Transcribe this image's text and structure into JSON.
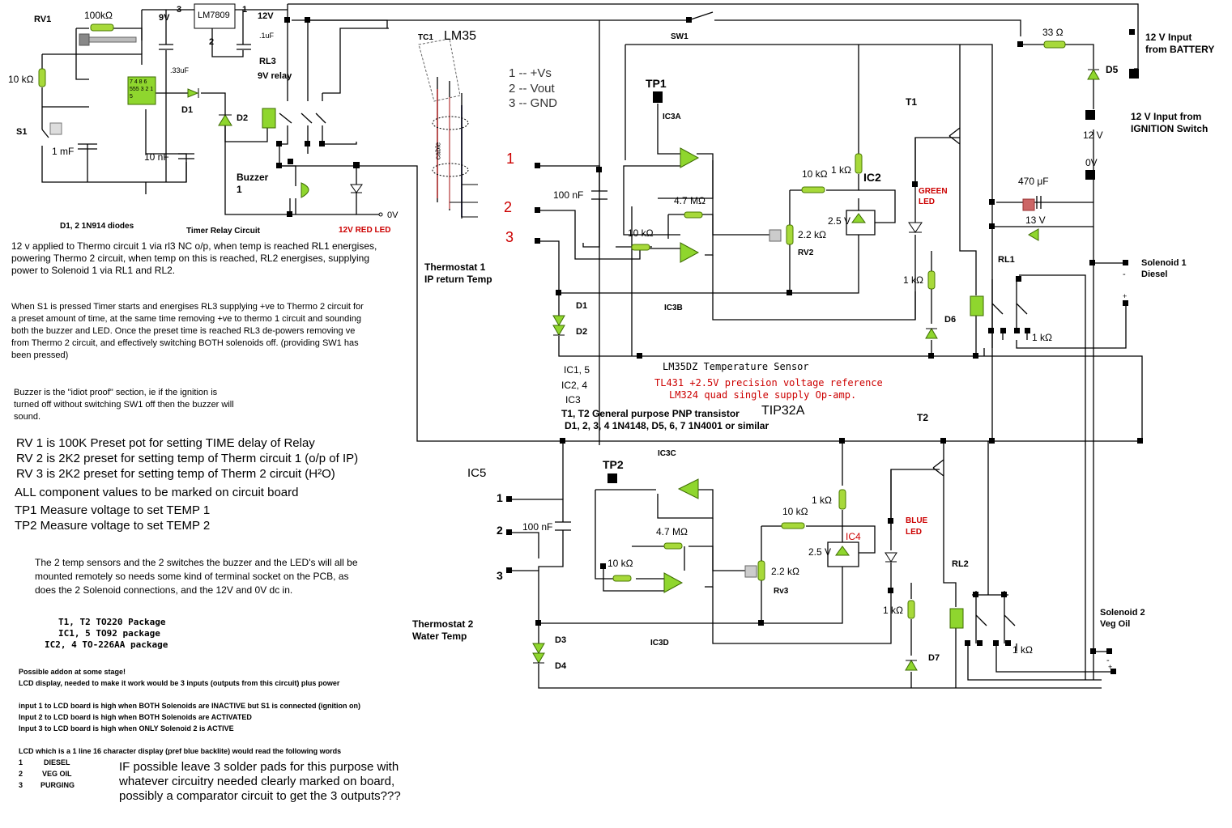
{
  "top": {
    "rv1": "RV1",
    "rv1_val": "100kΩ",
    "v9": "9V",
    "pin3": "3",
    "reg": "LM7809",
    "pin2": "2",
    "pin1": "1",
    "v12": "12V",
    "cap33": ".33uF",
    "cap1u": ".1uF",
    "rl3": "RL3",
    "rl3b": "9V relay",
    "r10k": "10 kΩ",
    "d1": "D1",
    "d2": "D2",
    "s1": "S1",
    "c1m": "1 mF",
    "c10n": "10 nF",
    "buzzer": "Buzzer",
    "buzzer_n": "1",
    "ic555": "7 4 8 6 555 3 2 1 5",
    "ov": "0V",
    "redled": "12V RED LED",
    "diodes": "D1, 2 1N914 diodes",
    "timer": "Timer Relay Circuit",
    "tc1": "TC1",
    "lm35": "LM35",
    "cable": "cable"
  },
  "pins_legend": [
    "1  -- +Vs",
    "2  -- Vout",
    "3  -- GND"
  ],
  "thermo1": {
    "p1": "1",
    "p2": "2",
    "p3": "3",
    "name": "Thermostat 1",
    "sub": "IP return Temp",
    "tp1": "TP1",
    "ic3a": "IC3A",
    "c100n": "100 nF",
    "r47m": "4.7 MΩ",
    "r10k": "10 kΩ",
    "r10k2": "10 kΩ",
    "r1k": "1 kΩ",
    "ic2": "IC2",
    "v25": "2.5 V",
    "r22k": "2.2 kΩ",
    "rv2": "RV2",
    "d1": "D1",
    "d2": "D2",
    "ic3b": "IC3B",
    "t1": "T1",
    "green": "GREEN",
    "led": "LED",
    "r1k2": "1 kΩ",
    "d6": "D6",
    "sw1": "SW1"
  },
  "right": {
    "r33": "33 Ω",
    "d5": "D5",
    "bat1": "12 V Input",
    "bat2": "from BATTERY",
    "ign1": "12 V Input from",
    "ign2": "IGNITION Switch",
    "v12": "12 V",
    "ov": "0V",
    "c470": "470 μF",
    "v13": "13 V",
    "rl1": "RL1",
    "sol1": "Solenoid 1",
    "sol1b": "Diesel",
    "minus": "-",
    "plus": "+",
    "r1k": "1 kΩ",
    "t2": "T2",
    "rl2": "RL2",
    "sol2": "Solenoid 2",
    "sol2b": "Veg Oil",
    "minus2": "-",
    "plus2": "+",
    "r1k2": "1 kΩ"
  },
  "parts": {
    "lm35dz": "LM35DZ Temperature Sensor",
    "ic15": "IC1, 5",
    "ic24": "IC2, 4",
    "ic3": "IC3",
    "tl431": "TL431  +2.5V precision voltage reference",
    "lm324": "LM324  quad single supply Op-amp.",
    "t12": "T1, T2 General purpose PNP transistor",
    "tip": "TIP32A",
    "diodes": "D1, 2, 3, 4 1N4148, D5, 6, 7 1N4001 or similar"
  },
  "thermo2": {
    "ic5": "IC5",
    "p1": "1",
    "p2": "2",
    "p3": "3",
    "tp2": "TP2",
    "ic3c": "IC3C",
    "c100n": "100 nF",
    "r47m": "4.7 MΩ",
    "r10k": "10 kΩ",
    "r10k2": "10 kΩ",
    "r1k": "1 kΩ",
    "ic4": "IC4",
    "v25": "2.5 V",
    "r22k": "2.2 kΩ",
    "rv3": "Rv3",
    "blue": "BLUE",
    "led": "LED",
    "r1k2": "1 kΩ",
    "d7": "D7",
    "d3": "D3",
    "d4": "D4",
    "ic3d": "IC3D",
    "name": "Thermostat 2",
    "sub": "Water Temp"
  },
  "notes": {
    "n1": "12 v applied to Thermo circuit 1 via rl3 NC o/p, when temp is reached RL1 energises, powering Thermo 2 circuit, when temp on this is reached, RL2 energises, supplying power to Solenoid 1 via RL1 and RL2.",
    "n2": "When S1 is pressed Timer starts and energises RL3 supplying +ve to Thermo 2 circuit for a preset amount of time, at the same time removing +ve to thermo 1 circuit and sounding both the buzzer and LED. Once the preset time is reached RL3 de-powers removing ve from Thermo 2 circuit, and effectively switching BOTH solenoids off. (providing SW1 has been pressed)",
    "n3": "Buzzer is the \"idiot proof\" section, ie if the ignition is turned off without switching SW1 off then the buzzer will sound.",
    "rv1": "RV 1 is 100K Preset pot for setting TIME delay of Relay",
    "rv2": "RV 2 is 2K2 preset for setting temp of Therm circuit 1 (o/p of IP)",
    "rv3": "RV 3 is 2K2 preset for setting temp of Therm 2 circuit (H²O)",
    "all": "ALL component values to be marked on circuit board",
    "tp1": "TP1 Measure voltage to set TEMP 1",
    "tp2": "TP2 Measure voltage to set TEMP 2",
    "mount": "The 2 temp sensors and the 2 switches the buzzer and the LED's will all be mounted remotely so needs some kind of terminal socket on the PCB, as does the 2 Solenoid connections, and the 12V and 0V dc in.",
    "pk1": "T1, T2 TO220 Package",
    "pk2": "IC1, 5  TO92 package",
    "pk3": "IC2, 4  TO-226AA package",
    "addon1": "Possible addon at some stage!",
    "addon2": "LCD display, needed to make it work would be 3 inputs (outputs from this circuit) plus power",
    "in1": "input 1 to LCD board is high when BOTH Solenoids are INACTIVE but S1 is connected (ignition on)",
    "in2": "Input 2 to LCD board is high when BOTH Solenoids are ACTIVATED",
    "in3": "Input 3 to LCD board is high when ONLY Solenoid 2 is ACTIVE",
    "lcd": "LCD which is a 1 line 16 character display (pref blue backlite) would read the following words",
    "w1n": "1",
    "w1": "DIESEL",
    "w2n": "2",
    "w2": "VEG OIL",
    "w3n": "3",
    "w3": "PURGING",
    "pads": "IF possible leave 3 solder pads for this purpose with whatever circuitry needed clearly marked on board, possibly a comparator circuit to get the 3 outputs???"
  }
}
